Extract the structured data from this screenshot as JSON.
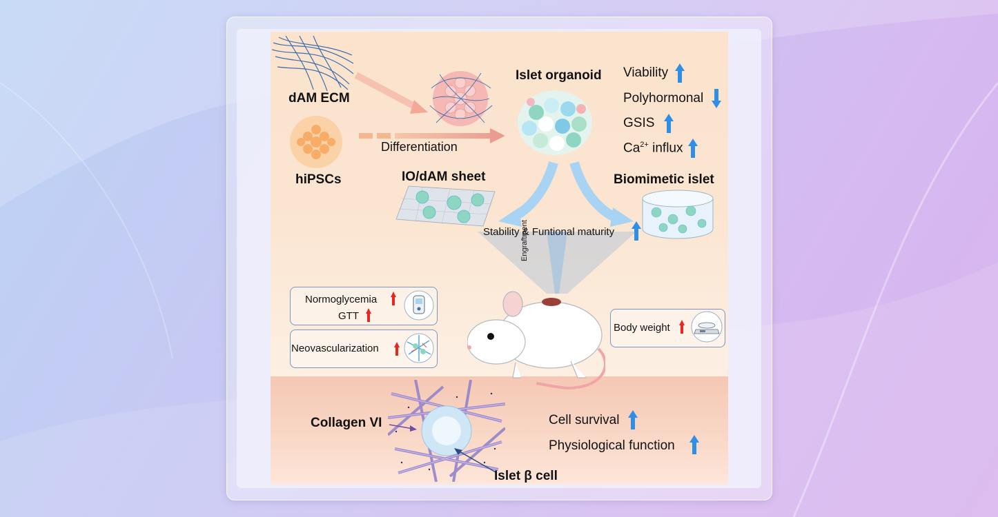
{
  "diagram": {
    "dam_ecm": "dAM ECM",
    "hipscs": "hiPSCs",
    "differentiation": "Differentiation",
    "islet_organoid": "Islet organoid",
    "viability": "Viability",
    "polyhormonal": "Polyhormonal",
    "gsis": "GSIS",
    "ca_base": "Ca",
    "ca_sup": "2+",
    "ca_rest": " influx",
    "io_dam_sheet": "IO/dAM sheet",
    "biomimetic_islet": "Biomimetic islet",
    "stability": "Stability & Funtional maturity",
    "engraftment": "Engraftment",
    "normoglycemia": "Normoglycemia",
    "gtt": "GTT",
    "neovascularization": "Neovascularization",
    "body_weight": "Body weight",
    "collagen_vi": "Collagen VI",
    "islet_beta_cell": "Islet β cell",
    "cell_survival": "Cell survival",
    "physiological_function": "Physiological function"
  },
  "colors": {
    "blue_arrow": "#2f8fe6",
    "red_arrow": "#e8281e",
    "box_border": "#7a95bf"
  }
}
